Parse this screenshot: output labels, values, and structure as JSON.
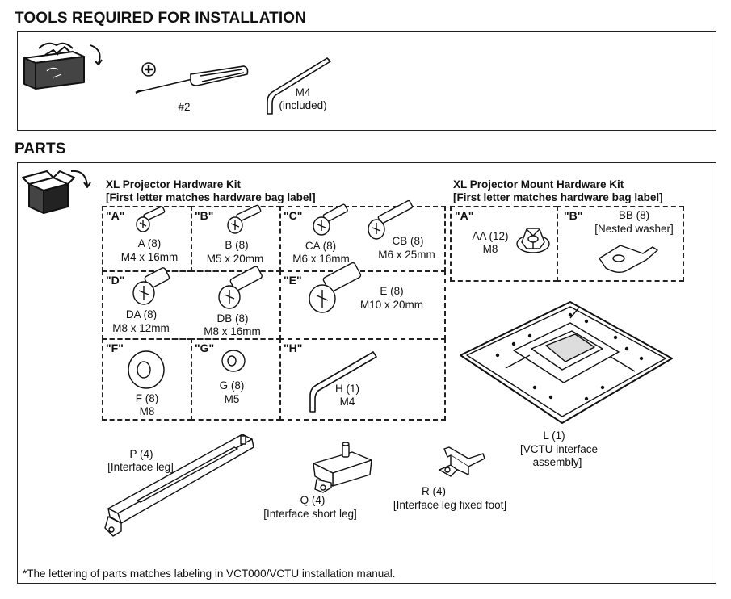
{
  "tools": {
    "heading": "TOOLS REQUIRED FOR INSTALLATION",
    "screwdriver_label": "#2",
    "allen_key_label_1": "M4",
    "allen_key_label_2": "(included)"
  },
  "parts": {
    "heading": "PARTS",
    "projector_kit": {
      "title_line1": "XL Projector Hardware Kit",
      "title_line2": "[First letter matches hardware bag label]",
      "bags": [
        {
          "tag": "\"A\"",
          "items": [
            {
              "name": "A (8)",
              "spec": "M4 x 16mm"
            }
          ]
        },
        {
          "tag": "\"B\"",
          "items": [
            {
              "name": "B (8)",
              "spec": "M5 x 20mm"
            }
          ]
        },
        {
          "tag": "\"C\"",
          "items": [
            {
              "name": "CA (8)",
              "spec": "M6 x 16mm"
            },
            {
              "name": "CB (8)",
              "spec": "M6 x 25mm"
            }
          ]
        },
        {
          "tag": "\"D\"",
          "items": [
            {
              "name": "DA (8)",
              "spec": "M8 x 12mm"
            },
            {
              "name": "DB (8)",
              "spec": "M8 x 16mm"
            }
          ]
        },
        {
          "tag": "\"E\"",
          "items": [
            {
              "name": "E (8)",
              "spec": "M10 x 20mm"
            }
          ]
        },
        {
          "tag": "\"F\"",
          "items": [
            {
              "name": "F (8)",
              "spec": "M8"
            }
          ]
        },
        {
          "tag": "\"G\"",
          "items": [
            {
              "name": "G (8)",
              "spec": "M5"
            }
          ]
        },
        {
          "tag": "\"H\"",
          "items": [
            {
              "name": "H (1)",
              "spec": "M4"
            }
          ]
        }
      ]
    },
    "mount_kit": {
      "title_line1": "XL Projector Mount Hardware Kit",
      "title_line2": "[First letter matches hardware bag label]",
      "bags": [
        {
          "tag": "\"A\"",
          "items": [
            {
              "name": "AA (12)",
              "spec": "M8"
            }
          ]
        },
        {
          "tag": "\"B\"",
          "items": [
            {
              "name": "BB (8)",
              "spec": "[Nested washer]"
            }
          ]
        }
      ]
    },
    "assemblies": {
      "L": {
        "line1": "L (1)",
        "line2": "[VCTU interface",
        "line3": "assembly]"
      },
      "P": {
        "line1": "P (4)",
        "line2": "[Interface leg]"
      },
      "Q": {
        "line1": "Q (4)",
        "line2": "[Interface short leg]"
      },
      "R": {
        "line1": "R (4)",
        "line2": "[Interface leg fixed foot]"
      }
    },
    "footnote": "*The lettering of parts matches labeling in VCT000/VCTU installation manual."
  }
}
